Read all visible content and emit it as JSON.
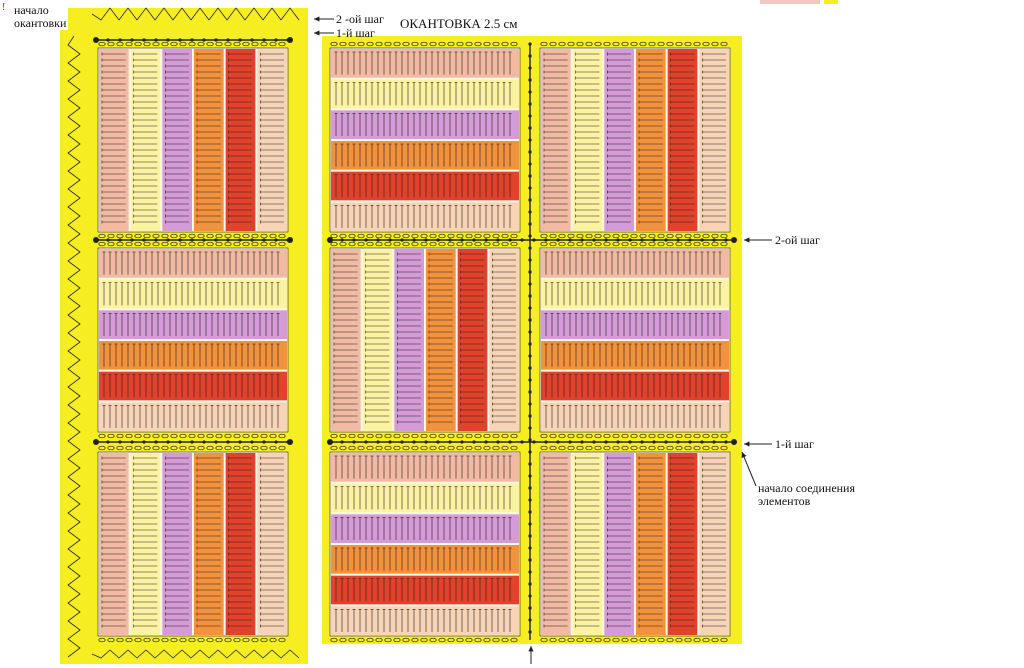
{
  "labels": {
    "start_edging_line1": "начало",
    "start_edging_line2": "окантовки",
    "title": "ОКАНТОВКА 2.5 см",
    "step2_top": "2 -ой шаг",
    "step1_top": "1-й шаг",
    "step2_right": "2-ой шаг",
    "step1_right": "1-й шаг",
    "join_line1": "начало соединения",
    "join_line2": "элементов",
    "corner_mark": "!"
  },
  "colors": {
    "edging_yellow": "#f7ee22",
    "rose": "#f2b9a3",
    "light_yellow": "#fbf3a2",
    "lilac": "#d59bd6",
    "orange": "#f2923c",
    "red": "#e2422b",
    "peach": "#f8d4b7",
    "stitch": "#222222"
  },
  "stripe_order": [
    "rose",
    "light_yellow",
    "lilac",
    "orange",
    "red",
    "peach"
  ]
}
